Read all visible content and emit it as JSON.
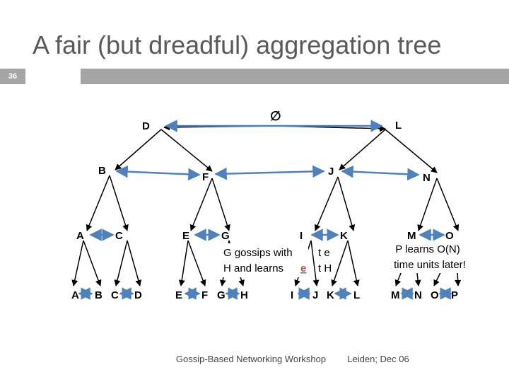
{
  "slide": {
    "title": "A fair (but dreadful) aggregation tree",
    "number": "36",
    "footer_left": "Gossip-Based Networking Workshop",
    "footer_right": "Leiden; Dec 06"
  },
  "tree": {
    "root": "∅",
    "level1": [
      "D",
      "L"
    ],
    "level2": [
      "B",
      "F",
      "J",
      "N"
    ],
    "level3": [
      "A",
      "C",
      "E",
      "G",
      "I",
      "K",
      "M",
      "O"
    ],
    "leaves": [
      "A",
      "B",
      "C",
      "D",
      "E",
      "F",
      "G",
      "H",
      "I",
      "J",
      "K",
      "L",
      "M",
      "N",
      "O",
      "P"
    ],
    "hidden_behind_callout": {
      "line1_tail": "t e",
      "line2_tail": "t H"
    }
  },
  "callouts": {
    "g": {
      "line1": "G gossips with",
      "line2": "H and learns",
      "highlight": "e"
    },
    "p": {
      "line1": "P learns O(N)",
      "line2": "time units later!"
    }
  },
  "colors": {
    "arrow": "#4f81bd",
    "edge": "#000000",
    "highlight": "#c0504d",
    "title_bar": "#a5a5a5"
  }
}
